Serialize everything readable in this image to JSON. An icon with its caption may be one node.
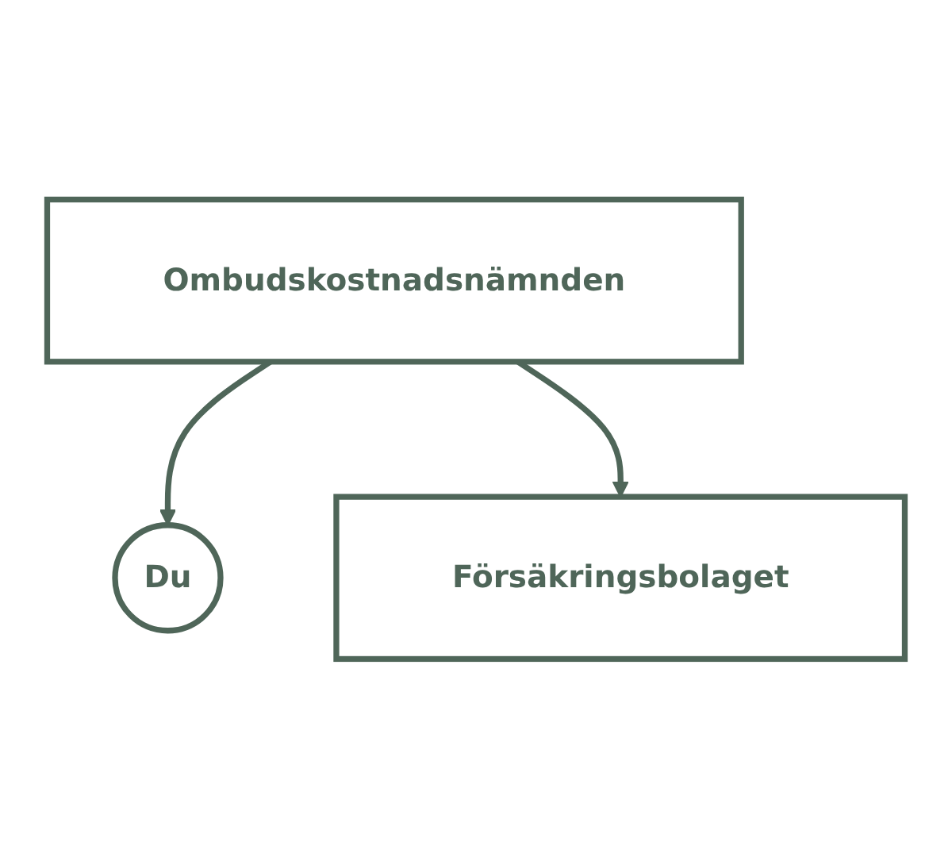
{
  "diagram": {
    "nodes": [
      {
        "text": [
          "Ombudskostnadsnämnden"
        ]
      },
      {
        "text": [
          "Du"
        ]
      },
      {
        "text": [
          "Försäkringsbolaget"
        ]
      }
    ],
    "edges": [
      {
        "from": 0,
        "to": 1,
        "arrow": "to"
      },
      {
        "from": 0,
        "to": 2,
        "arrow": "to"
      }
    ]
  }
}
